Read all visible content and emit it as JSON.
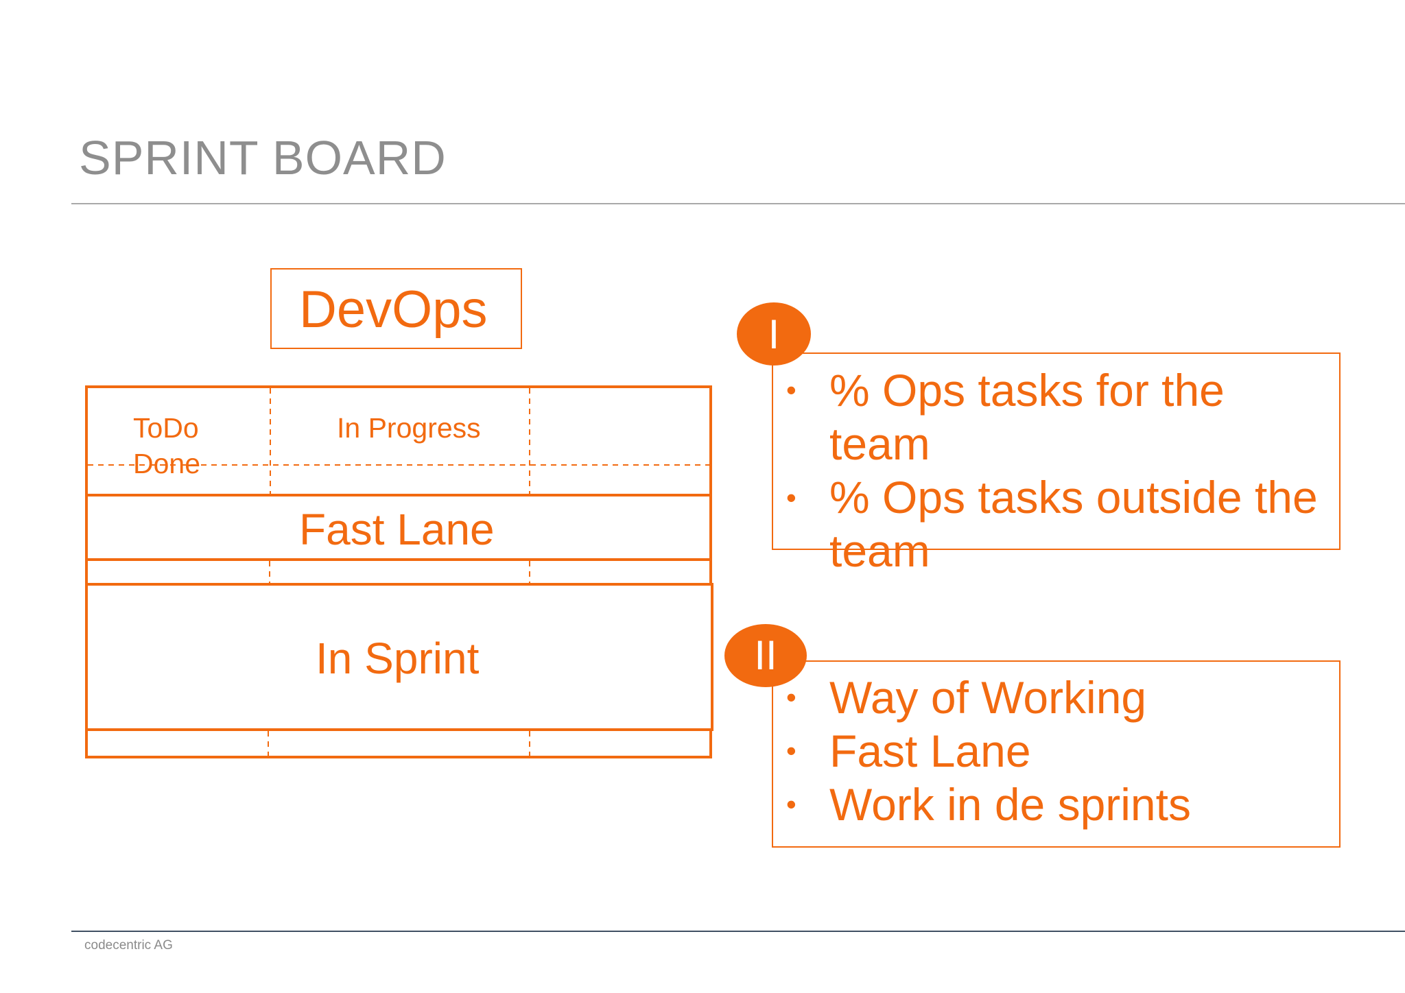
{
  "slide": {
    "title": "SPRINT BOARD",
    "footer": "codecentric AG"
  },
  "board": {
    "header_label": "DevOps",
    "columns": [
      "ToDo",
      "In Progress"
    ],
    "done_label": "Done",
    "lanes": [
      "Fast Lane",
      "In Sprint"
    ]
  },
  "callouts": [
    {
      "badge": "I",
      "items": [
        "% Ops tasks for the",
        "team",
        "% Ops tasks outside the",
        "team"
      ]
    },
    {
      "badge": "II",
      "items": [
        "Way of Working",
        "Fast Lane",
        "Work in de sprints"
      ]
    }
  ],
  "colors": {
    "accent": "#f26a10",
    "title_gray": "#8e8e8e",
    "footer_rule": "#3f4f63"
  }
}
